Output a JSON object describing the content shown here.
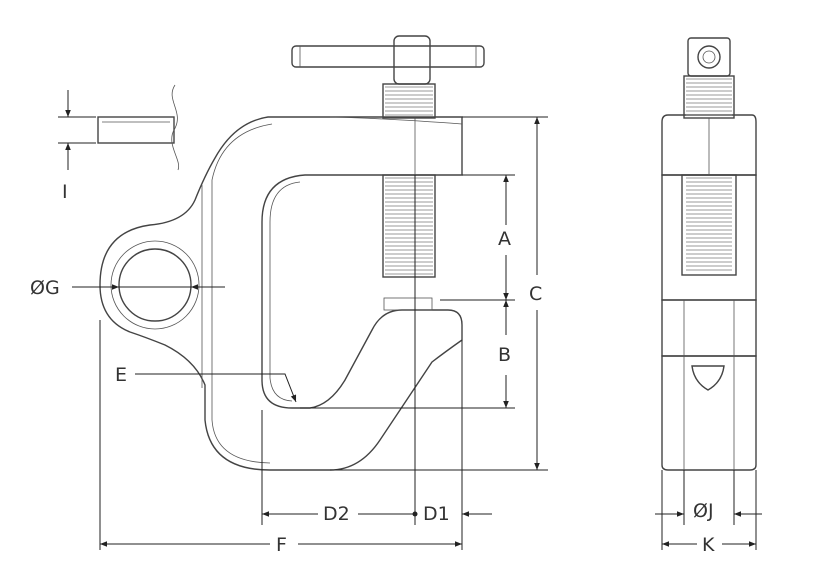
{
  "title": "Beam clamp dimension drawing",
  "dimensions": {
    "a": "A",
    "b": "B",
    "c": "C",
    "d1": "D1",
    "d2": "D2",
    "e": "E",
    "f": "F",
    "g": "ØG",
    "i": "I",
    "j": "ØJ",
    "k": "K"
  },
  "colors": {
    "line": "#444444",
    "text": "#333333"
  }
}
